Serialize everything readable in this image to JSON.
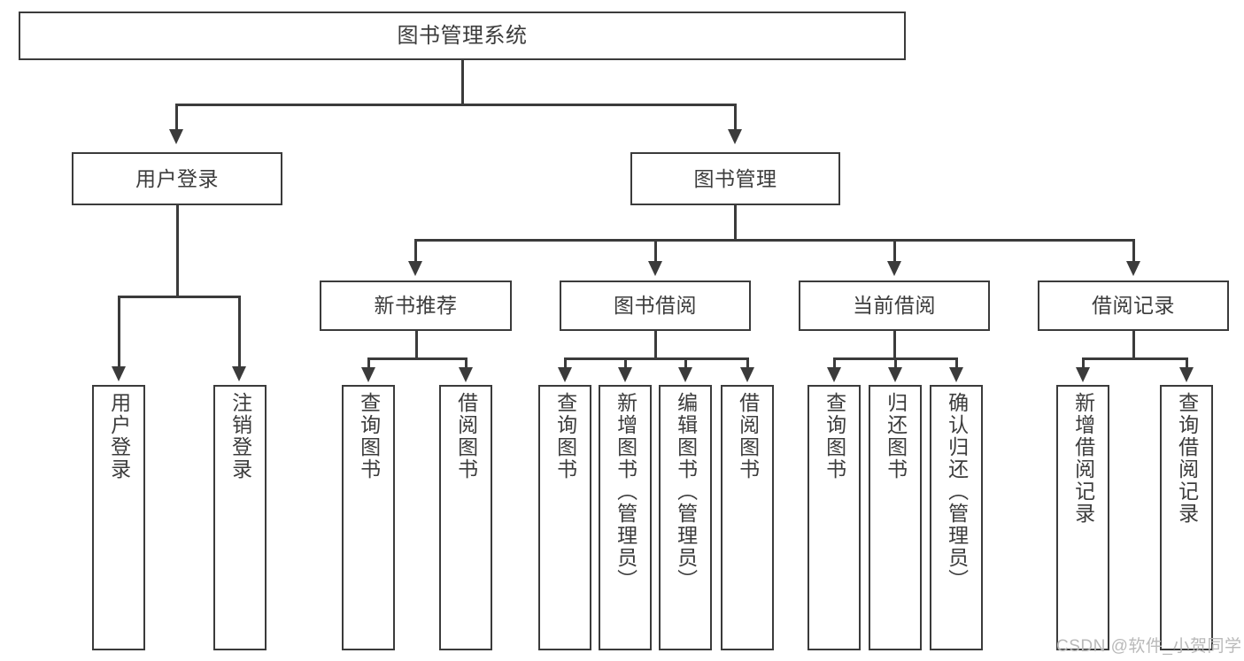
{
  "diagram": {
    "title_node": {
      "label": "图书管理系统"
    },
    "level2": [
      {
        "label": "用户登录"
      },
      {
        "label": "图书管理"
      }
    ],
    "level3": [
      {
        "label": "新书推荐"
      },
      {
        "label": "图书借阅"
      },
      {
        "label": "当前借阅"
      },
      {
        "label": "借阅记录"
      }
    ],
    "leaves": {
      "user_login": [
        {
          "label": "用户登录"
        },
        {
          "label": "注销登录"
        }
      ],
      "new_book_recommend": [
        {
          "label": "查询图书"
        },
        {
          "label": "借阅图书"
        }
      ],
      "book_borrow": [
        {
          "label": "查询图书"
        },
        {
          "label": "新增图书（管理员）"
        },
        {
          "label": "编辑图书（管理员）"
        },
        {
          "label": "借阅图书"
        }
      ],
      "current_borrow": [
        {
          "label": "查询图书"
        },
        {
          "label": "归还图书"
        },
        {
          "label": "确认归还（管理员）"
        }
      ],
      "borrow_record": [
        {
          "label": "新增借阅记录"
        },
        {
          "label": "查询借阅记录"
        }
      ]
    }
  },
  "watermark": {
    "text": "CSDN @软件_小贺同学"
  },
  "colors": {
    "stroke": "#3b3b3b",
    "text": "#3c3c3c",
    "background": "#ffffff",
    "watermark": "#b9b9b9"
  }
}
